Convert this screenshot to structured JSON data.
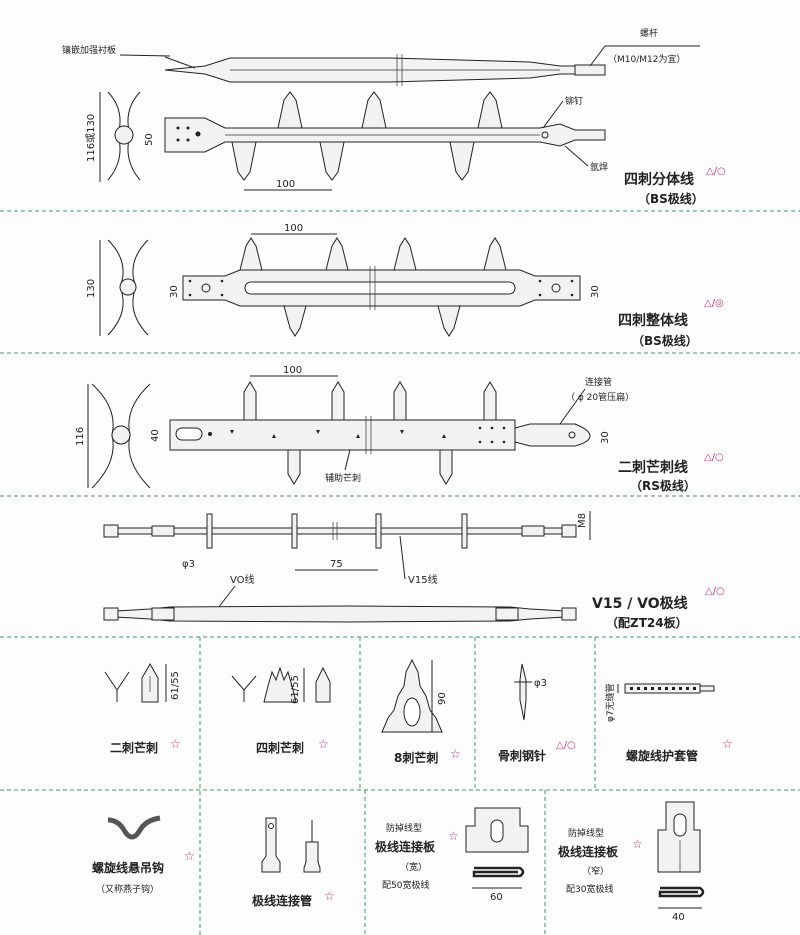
{
  "s1": {
    "label_inlay": "镶嵌加强衬板",
    "label_bolt": "螺杆",
    "label_bolt_spec": "（M10/M12为宜）",
    "label_rivet": "铆钉",
    "label_weld": "氩焊",
    "dim_height": "116或130",
    "dim_width": "50",
    "dim_spacing": "100",
    "title": "四刺分体线",
    "mark": "△/○",
    "subtitle": "（BS极线）"
  },
  "s2": {
    "dim_spacing": "100",
    "dim_height": "130",
    "dim_left": "30",
    "dim_right": "30",
    "title": "四刺整体线",
    "mark": "△/◎",
    "subtitle": "（BS极线）"
  },
  "s3": {
    "label_tube": "连接管",
    "label_tube_spec": "（ φ 20管压扁）",
    "label_aux": "辅助芒刺",
    "dim_spacing": "100",
    "dim_height": "116",
    "dim_width": "40",
    "dim_right": "30",
    "title": "二刺芒刺线",
    "mark": "△/○",
    "subtitle": "（RS极线）"
  },
  "s4": {
    "label_m8": "M8",
    "label_phi": "φ3",
    "dim_spacing": "75",
    "label_vo": "VO线",
    "label_v15": "V15线",
    "title": "V15 / VO极线",
    "mark": "△/○",
    "subtitle": "（配ZT24板）"
  },
  "row5": [
    {
      "dim": "61/55",
      "title": "二刺芒刺",
      "mark": "☆"
    },
    {
      "dim": "61/55",
      "title": "四刺芒刺",
      "mark": "☆"
    },
    {
      "dim": "90",
      "title": "8刺芒刺",
      "mark": "☆"
    },
    {
      "dim": "φ3",
      "title": "骨刺钢针",
      "mark": "△/○"
    },
    {
      "dim": "φ7无缝管",
      "title": "螺旋线护套管",
      "mark": "☆"
    }
  ],
  "row6": {
    "hook_title": "螺旋线悬吊钩",
    "hook_mark": "☆",
    "hook_sub": "（又称燕子钩）",
    "tube_title": "极线连接管",
    "tube_mark": "☆",
    "wide_top": "防掉线型",
    "wide_title": "极线连接板",
    "wide_mark": "☆",
    "wide_sub": "（宽）",
    "wide_note": "配50宽极线",
    "wide_dim": "60",
    "narrow_top": "防掉线型",
    "narrow_title": "极线连接板",
    "narrow_mark": "☆",
    "narrow_sub": "（窄）",
    "narrow_note": "配30宽极线",
    "narrow_dim": "40"
  }
}
